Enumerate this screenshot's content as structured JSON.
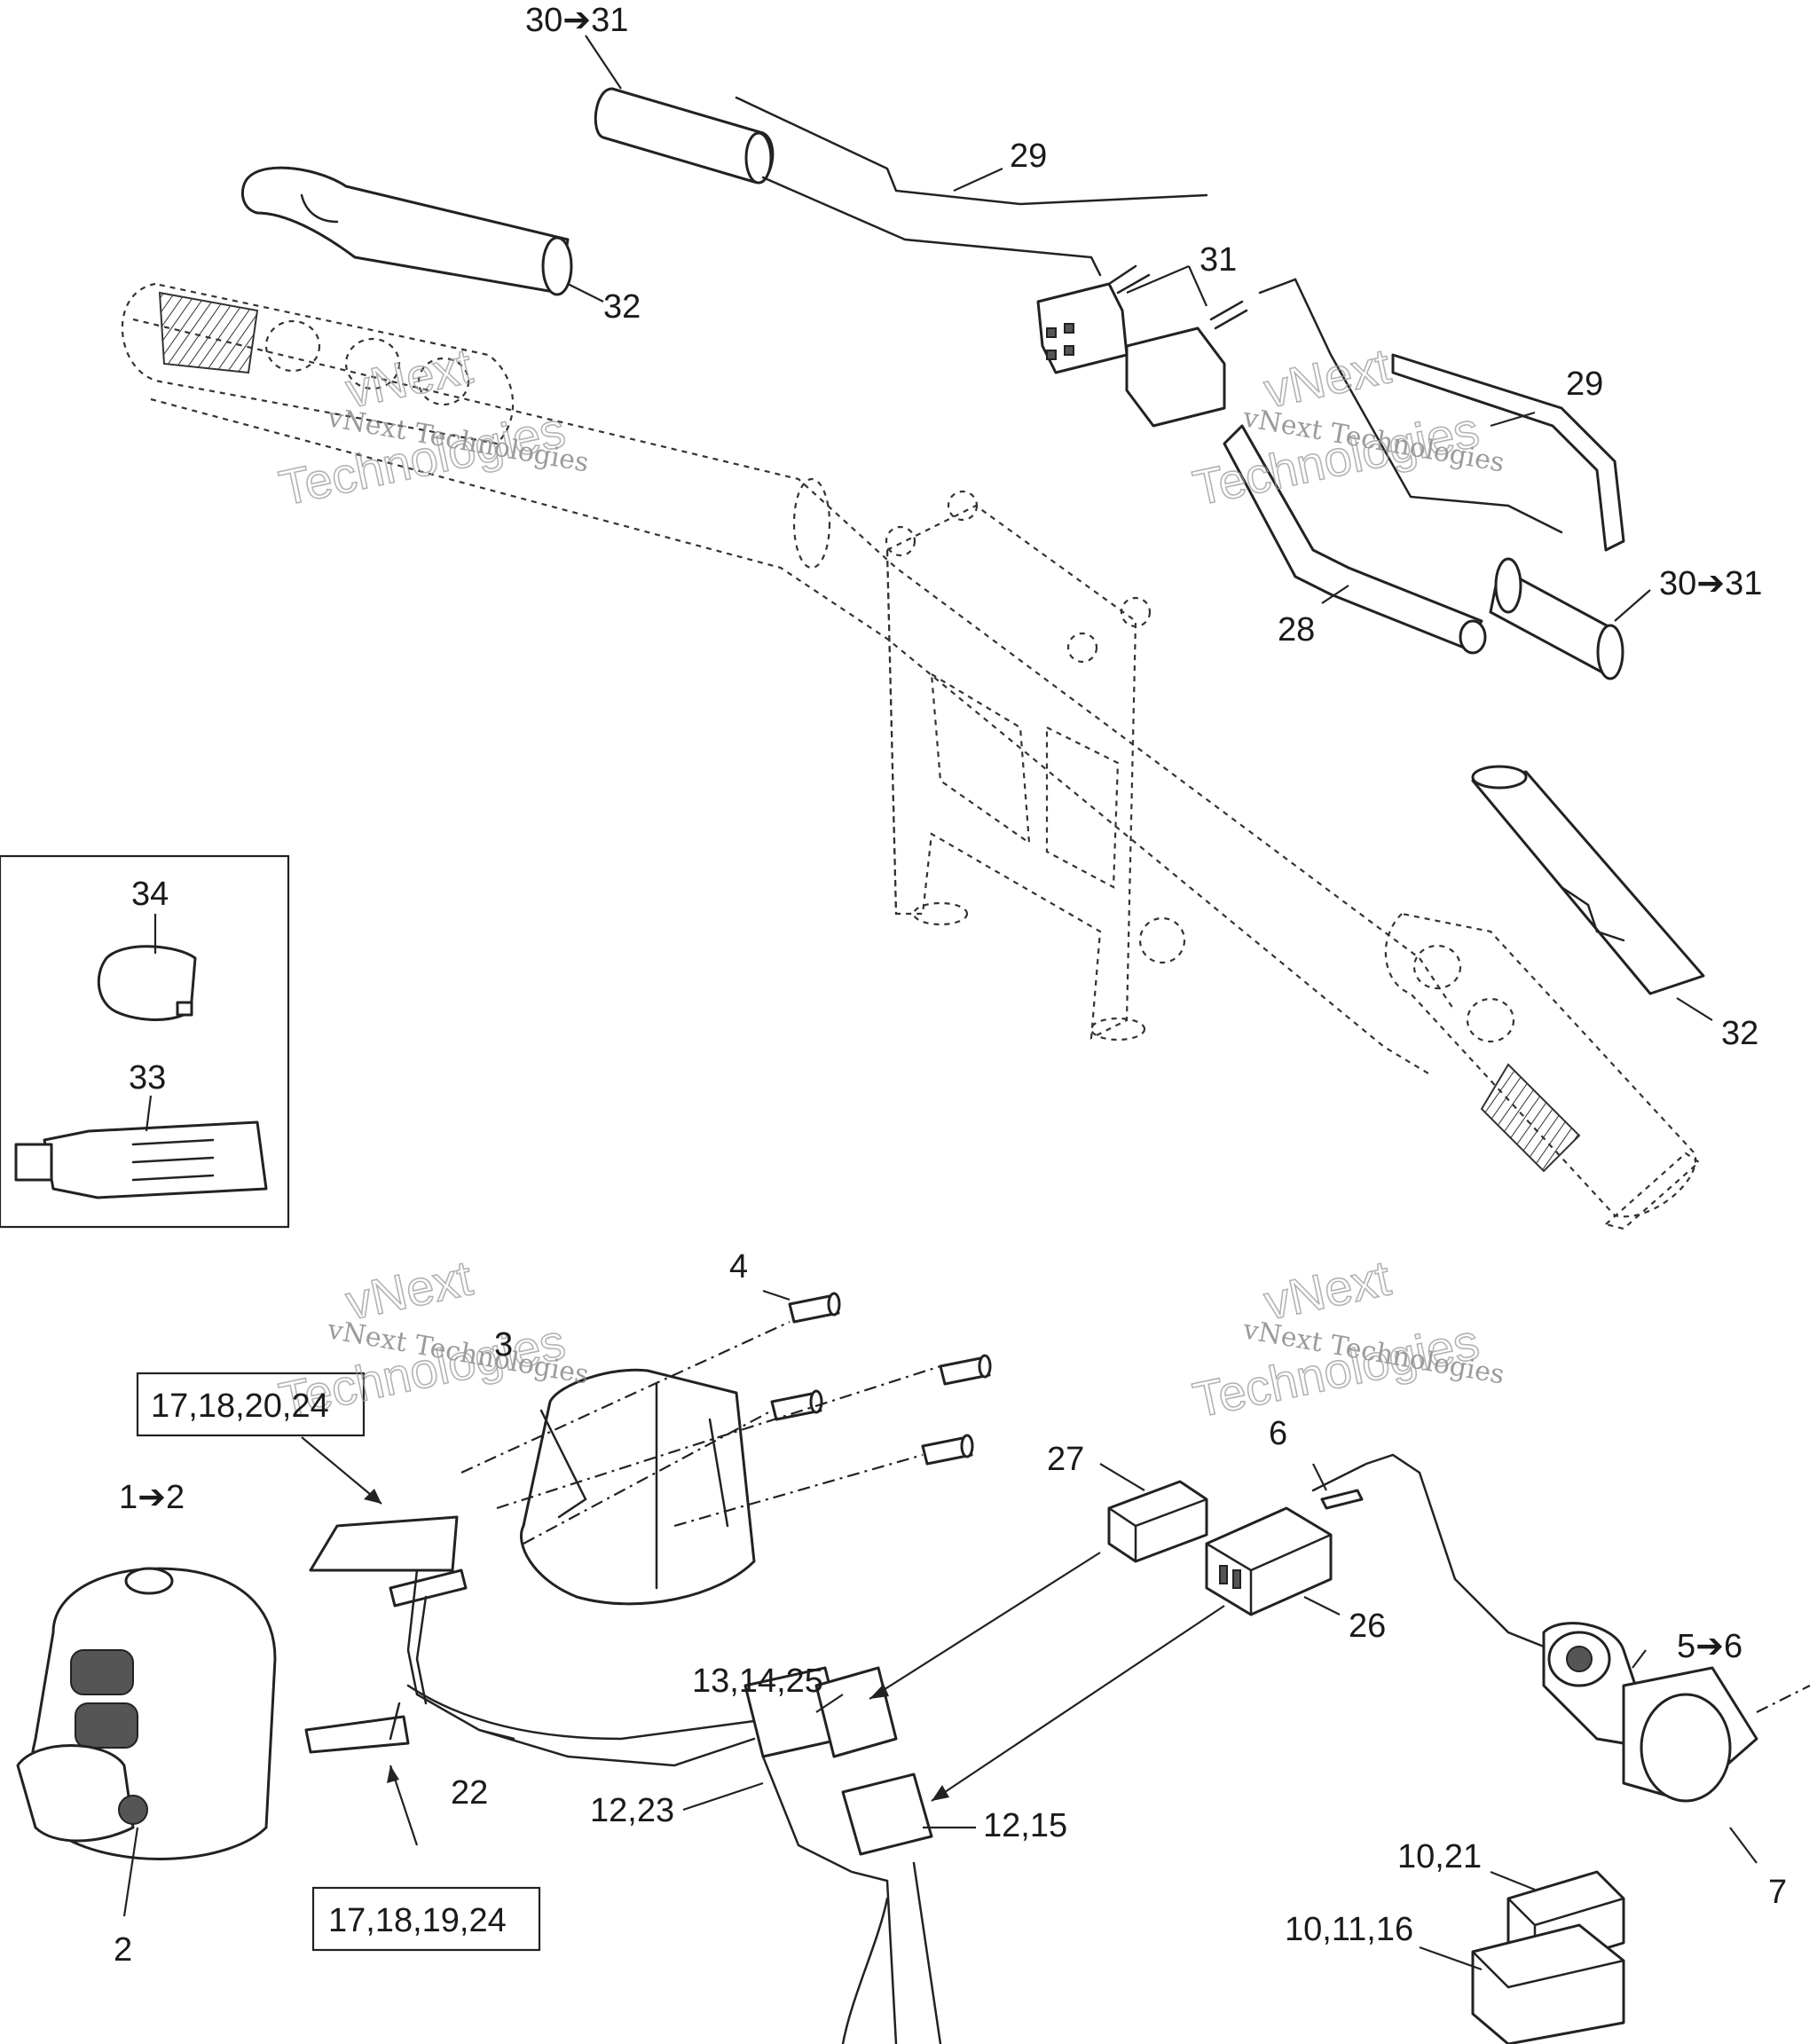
{
  "labels": {
    "l30_31_top": "30➔31",
    "l29_top": "29",
    "l32_top": "32",
    "l31": "31",
    "l29_right": "29",
    "l30_31_right": "30➔31",
    "l28": "28",
    "l34": "34",
    "l33": "33",
    "l32_right": "32",
    "l4": "4",
    "l3": "3",
    "l17_18_20_24": "17,18,20,24",
    "l1_2": "1➔2",
    "l27": "27",
    "l6": "6",
    "l26": "26",
    "l5_6": "5➔6",
    "l13_14_25": "13,14,25",
    "l22": "22",
    "l12_23": "12,23",
    "l12_15": "12,15",
    "l2": "2",
    "l17_18_19_24": "17,18,19,24",
    "l10_21": "10,21",
    "l7": "7",
    "l10_11_16": "10,11,16"
  },
  "watermark": {
    "line1": "vNext Technologies",
    "line2a": "vNext",
    "line2b": "Technologies"
  }
}
